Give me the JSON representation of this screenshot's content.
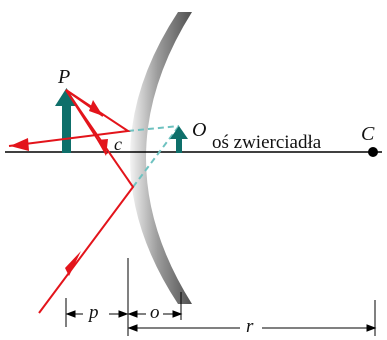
{
  "labels": {
    "object_point": "P",
    "image_point": "O",
    "axis_name": "oś zwierciadła",
    "center_point": "C",
    "vertex_point": "c",
    "object_distance": "p",
    "image_distance": "o",
    "radius": "r"
  },
  "colors": {
    "ray": "#e3141b",
    "object_arrow": "#0e6f6a",
    "image_arrow": "#0e6f6a",
    "virtual_ray": "#6ec2c0",
    "axis": "#000000"
  }
}
